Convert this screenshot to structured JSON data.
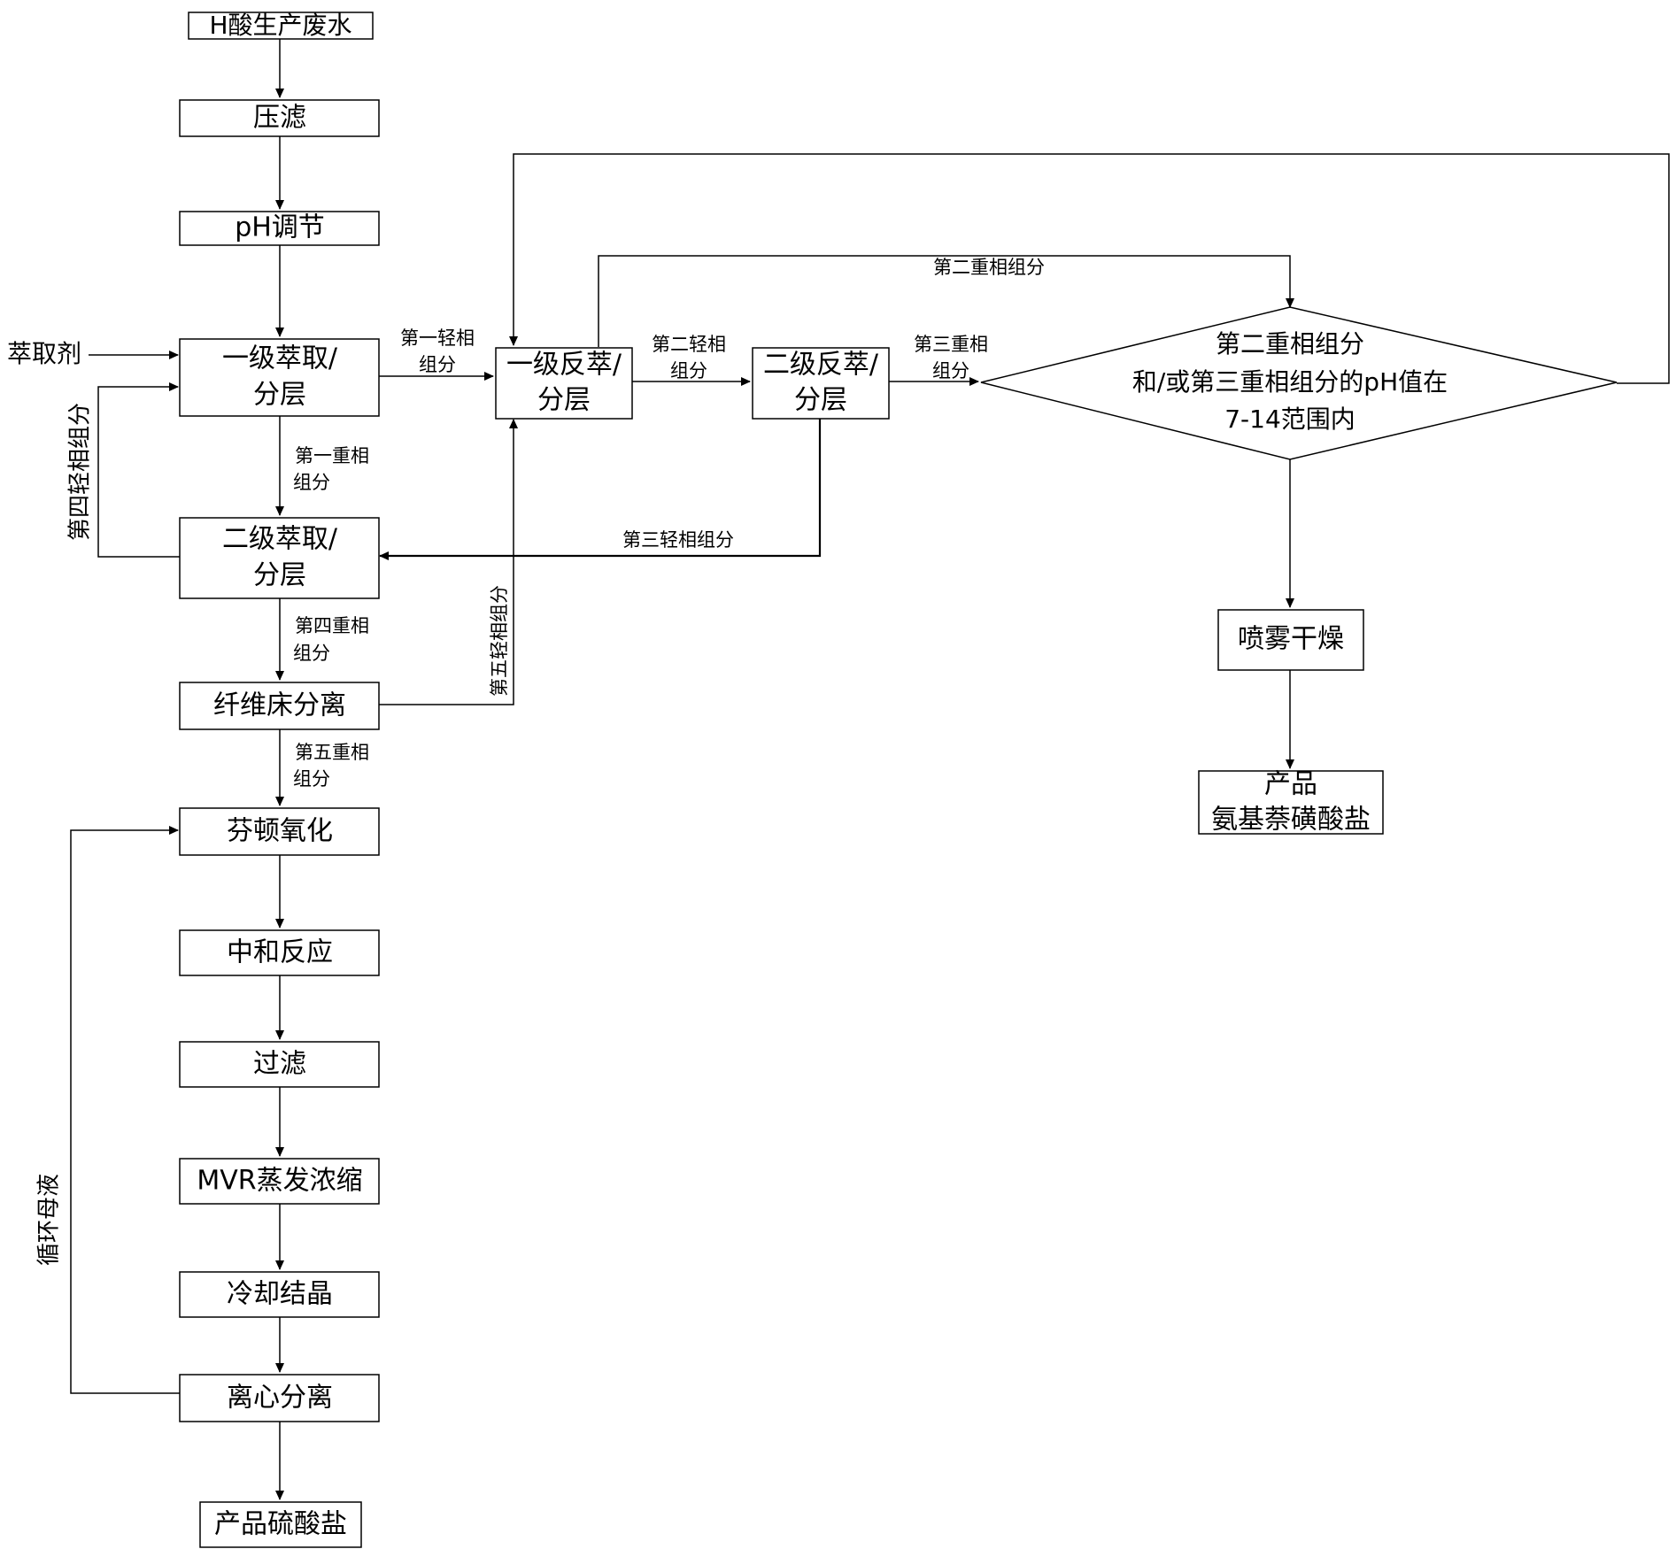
{
  "nodes": {
    "wastewater": "H酸生产废水",
    "press_filter": "压滤",
    "ph_adjust": "pH调节",
    "stage1_extract": [
      "一级萃取/",
      "分层"
    ],
    "stage2_extract": [
      "二级萃取/",
      "分层"
    ],
    "fiber_bed": "纤维床分离",
    "fenton": "芬顿氧化",
    "neutralize": "中和反应",
    "filtration": "过滤",
    "mvr": "MVR蒸发浓缩",
    "cooling": "冷却结晶",
    "centrifuge": "离心分离",
    "product_sulfate": "产品硫酸盐",
    "stage1_back": [
      "一级反萃/",
      "分层"
    ],
    "stage2_back": [
      "二级反萃/",
      "分层"
    ],
    "decision": [
      "第二重相组分",
      "和/或第三重相组分的pH值在",
      "7-14范围内"
    ],
    "spray_dry": "喷雾干燥",
    "product_amino": [
      "产品",
      "氨基萘磺酸盐"
    ]
  },
  "labels": {
    "extractant": "萃取剂",
    "first_light": [
      "第一轻相",
      "组分"
    ],
    "first_heavy": [
      "第一重相",
      "组分"
    ],
    "fourth_heavy": [
      "第四重相",
      "组分"
    ],
    "fifth_heavy": [
      "第五重相",
      "组分"
    ],
    "second_light": [
      "第二轻相",
      "组分"
    ],
    "third_heavy": [
      "第三重相",
      "组分"
    ],
    "second_heavy": "第二重相组分",
    "third_light": "第三轻相组分",
    "fourth_light": "第四轻相组分",
    "fifth_light": "第五轻相组分",
    "recycle": "循环母液"
  }
}
